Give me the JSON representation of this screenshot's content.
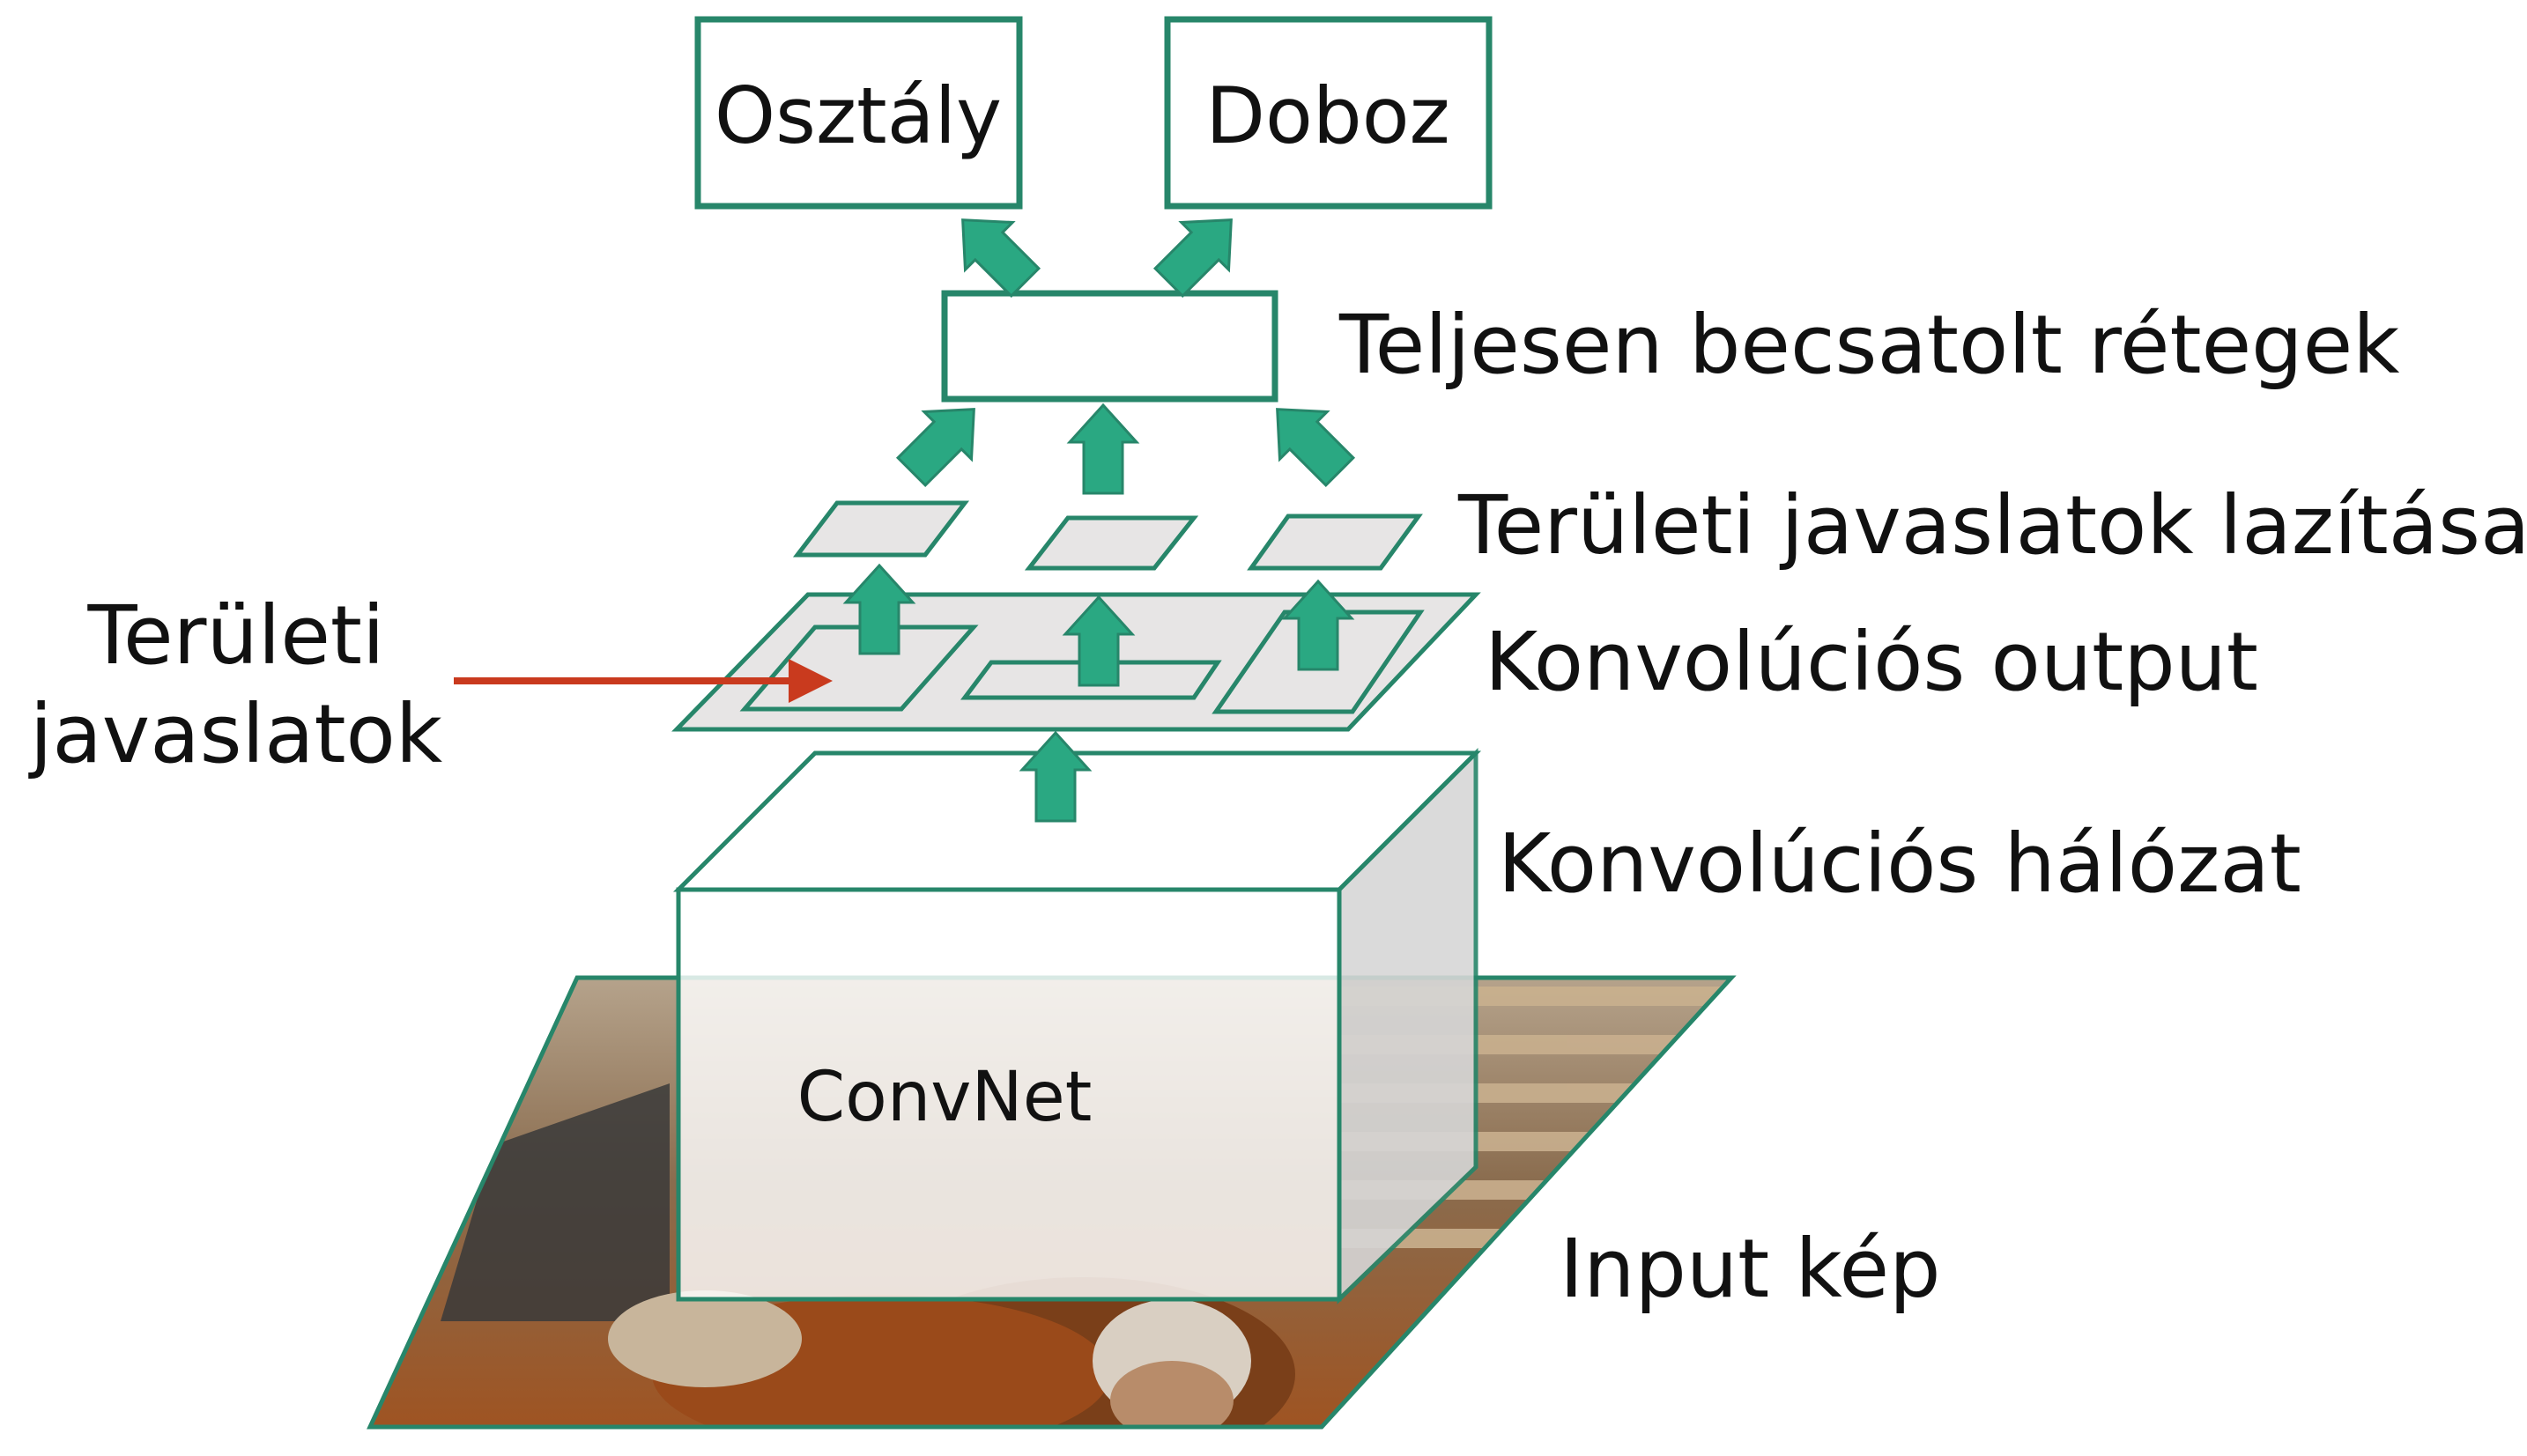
{
  "colors": {
    "green": "#27866a",
    "arrow_fill": "#2aa882",
    "red": "#c93a1e",
    "gray_fill": "#e7e5e5",
    "side_gray": "#d6d6d6"
  },
  "outputs": {
    "class_label": "Osztály",
    "box_label": "Doboz"
  },
  "layers": {
    "fc_label": "Teljesen becsatolt rétegek",
    "roi_pooling_label": "Területi javaslatok lazítása",
    "conv_output_label": "Konvolúciós output",
    "conv_network_label": "Konvolúciós hálózat",
    "input_label": "Input kép"
  },
  "proposals": {
    "line1": "Területi",
    "line2": "javaslatok"
  },
  "convnet": {
    "label": "ConvNet"
  },
  "input_image": {
    "description_icon": "horse-photo"
  }
}
